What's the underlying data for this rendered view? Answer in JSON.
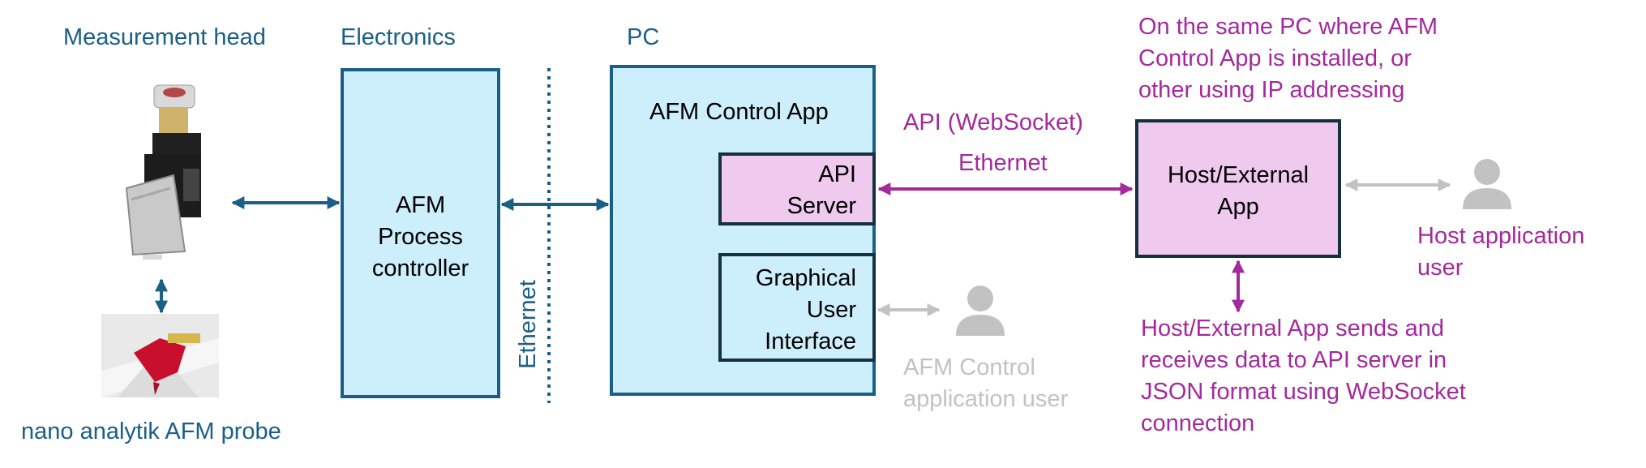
{
  "labels": {
    "measurement_head": "Measurement head",
    "electronics": "Electronics",
    "pc": "PC",
    "afm_control_app": "AFM Control App",
    "api_server_line1": "API",
    "api_server_line2": "Server",
    "gui_line1": "Graphical",
    "gui_line2": "User",
    "gui_line3": "Interface",
    "afm_process_line1": "AFM",
    "afm_process_line2": "Process",
    "afm_process_line3": "controller",
    "ethernet_vertical": "Ethernet",
    "api_websocket": "API (WebSocket)",
    "ethernet_horizontal": "Ethernet",
    "host_app_line1": "Host/External",
    "host_app_line2": "App",
    "same_pc_note": [
      "On the same PC where AFM",
      "Control App is installed, or",
      "other using IP addressing"
    ],
    "host_user_line1": "Host application",
    "host_user_line2": "user",
    "afm_user_line1": "AFM Control",
    "afm_user_line2": "application user",
    "host_sends_note": [
      "Host/External App sends and",
      "receives data to API server in",
      "JSON format using WebSocket",
      "connection"
    ],
    "probe_caption": "nano analytik AFM probe"
  },
  "colors": {
    "teal": "#1a5f86",
    "magenta": "#a32a9c",
    "grey": "#c2c2c2",
    "box_blue": "#cdeefb",
    "box_pink": "#efc9ee"
  },
  "icons": [
    "measurement-head-image",
    "afm-probe-image",
    "user-icon"
  ]
}
